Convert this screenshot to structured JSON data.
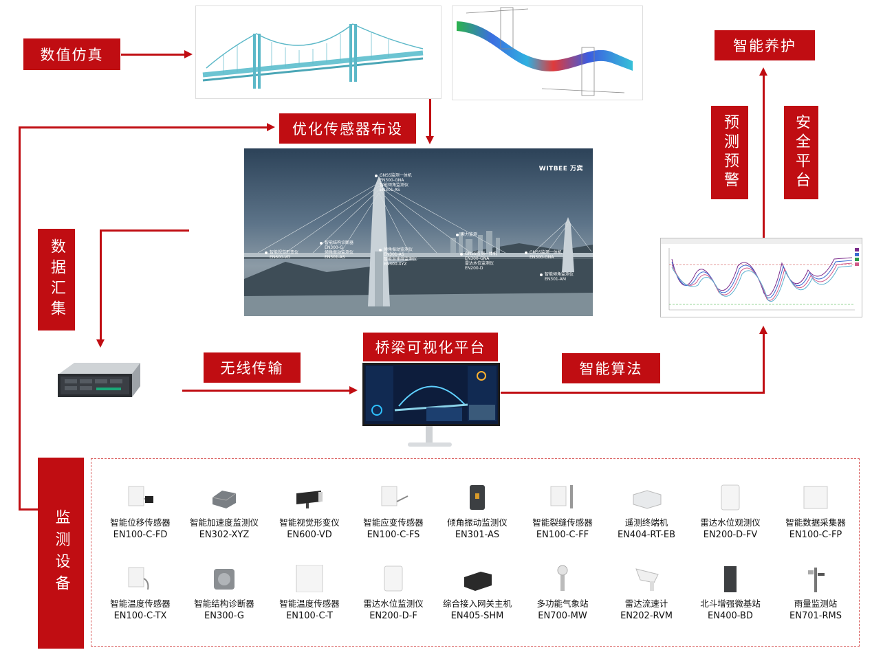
{
  "labels": {
    "numerical_sim": "数值仿真",
    "optimize_sensor": "优化传感器布设",
    "data_collect": "数据汇集",
    "wireless": "无线传输",
    "platform": "桥梁可视化平台",
    "algorithm": "智能算法",
    "maintenance": "智能养护",
    "predict_warn": "预测预警",
    "safety_platform": "安全平台",
    "monitor_devices": "监测设备"
  },
  "photo": {
    "brand": "WITBEE 万宾",
    "callouts": [
      {
        "l1": "GNSS监测一体机",
        "l2": "EN300-GNA",
        "l3": "智能倾角监测仪",
        "l4": "EN301-AS"
      },
      {
        "l1": "智能视觉形变仪",
        "l2": "EN600-VD"
      },
      {
        "l1": "智能结构诊断器",
        "l2": "EN300-G",
        "l3": "倾角振动监测仪",
        "l4": "EN301-AS"
      },
      {
        "l1": "倾角振动监测仪",
        "l2": "EN301-AS",
        "l3": "智能加速度监测仪",
        "l4": "EN300-XYZ"
      },
      {
        "l1": "索力监测"
      },
      {
        "l1": "GNSS监测一体机",
        "l2": "EN300-GNA",
        "l3": "雷达水位监测仪",
        "l4": "EN200-D"
      },
      {
        "l1": "GNSS监测一体机",
        "l2": "EN300-GNA"
      },
      {
        "l1": "智能倾角监测仪",
        "l2": "EN301-AM"
      }
    ]
  },
  "devices": [
    {
      "name": "智能位移传感器",
      "model": "EN100-C-FD",
      "icon": "displacement-sensor-icon"
    },
    {
      "name": "智能加速度监测仪",
      "model": "EN302-XYZ",
      "icon": "accelerometer-icon"
    },
    {
      "name": "智能视觉形变仪",
      "model": "EN600-VD",
      "icon": "camera-icon"
    },
    {
      "name": "智能应变传感器",
      "model": "EN100-C-FS",
      "icon": "strain-sensor-icon"
    },
    {
      "name": "倾角振动监测仪",
      "model": "EN301-AS",
      "icon": "tilt-sensor-icon"
    },
    {
      "name": "智能裂缝传感器",
      "model": "EN100-C-FF",
      "icon": "crack-sensor-icon"
    },
    {
      "name": "遥测终端机",
      "model": "EN404-RT-EB",
      "icon": "rtu-icon"
    },
    {
      "name": "雷达水位观测仪",
      "model": "EN200-D-FV",
      "icon": "radar-level-icon"
    },
    {
      "name": "智能数据采集器",
      "model": "EN100-C-FP",
      "icon": "data-collector-icon"
    },
    {
      "name": "智能温度传感器",
      "model": "EN100-C-TX",
      "icon": "temp-probe-icon"
    },
    {
      "name": "智能结构诊断器",
      "model": "EN300-G",
      "icon": "diagnostic-icon"
    },
    {
      "name": "智能温度传感器",
      "model": "EN100-C-T",
      "icon": "temp-box-icon"
    },
    {
      "name": "雷达水位监测仪",
      "model": "EN200-D-F",
      "icon": "radar-level-icon"
    },
    {
      "name": "综合接入网关主机",
      "model": "EN405-SHM",
      "icon": "gateway-icon"
    },
    {
      "name": "多功能气象站",
      "model": "EN700-MW",
      "icon": "weather-station-icon"
    },
    {
      "name": "雷达流速计",
      "model": "EN202-RVM",
      "icon": "radar-velocity-icon"
    },
    {
      "name": "北斗增强微基站",
      "model": "EN400-BD",
      "icon": "base-station-icon"
    },
    {
      "name": "雨量监测站",
      "model": "EN701-RMS",
      "icon": "rain-gauge-icon"
    }
  ],
  "colors": {
    "accent": "#c00d12"
  }
}
